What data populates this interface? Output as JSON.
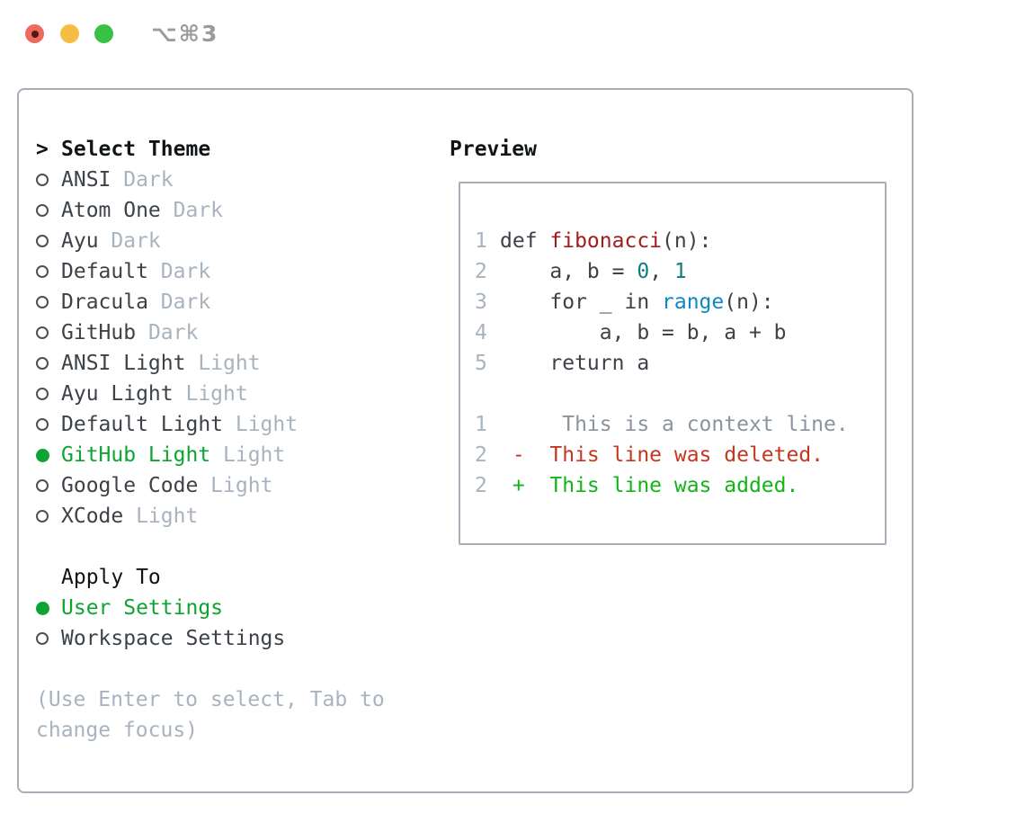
{
  "window": {
    "title": "⌥⌘3",
    "controls": [
      "close-button",
      "minimize-button",
      "zoom-button"
    ]
  },
  "colors": {
    "background": "#ffffff",
    "border": "#a7aeb8",
    "heading": "#111416",
    "text": "#3c4248",
    "dim": "#a9b3bf",
    "radio_stroke": "#4b5158",
    "selected_green": "#0ea432",
    "func_red": "#a21c1c",
    "number_teal": "#0e7d80",
    "builtin_blue": "#0e87c5",
    "context_gray": "#8b939c",
    "deleted_red": "#c3381f",
    "added_green": "#12b517",
    "title_gray": "#9b9b9b",
    "light_red": "#ee6a5f",
    "light_red_dot": "#571710",
    "light_yellow": "#f5bd45",
    "light_green": "#38c245"
  },
  "left": {
    "header_prefix": ">",
    "header": "Select Theme",
    "themes": [
      {
        "name": "ANSI",
        "tag": "Dark",
        "selected": false
      },
      {
        "name": "Atom One",
        "tag": "Dark",
        "selected": false
      },
      {
        "name": "Ayu",
        "tag": "Dark",
        "selected": false
      },
      {
        "name": "Default",
        "tag": "Dark",
        "selected": false
      },
      {
        "name": "Dracula",
        "tag": "Dark",
        "selected": false
      },
      {
        "name": "GitHub",
        "tag": "Dark",
        "selected": false
      },
      {
        "name": "ANSI Light",
        "tag": "Light",
        "selected": false
      },
      {
        "name": "Ayu Light",
        "tag": "Light",
        "selected": false
      },
      {
        "name": "Default Light",
        "tag": "Light",
        "selected": false
      },
      {
        "name": "GitHub Light",
        "tag": "Light",
        "selected": true
      },
      {
        "name": "Google Code",
        "tag": "Light",
        "selected": false
      },
      {
        "name": "XCode",
        "tag": "Light",
        "selected": false
      }
    ],
    "apply_header": "Apply To",
    "apply_options": [
      {
        "label": "User Settings",
        "selected": true
      },
      {
        "label": "Workspace Settings",
        "selected": false
      }
    ],
    "hint_lines": [
      "(Use Enter to select, Tab to",
      "change focus)"
    ]
  },
  "preview": {
    "header": "Preview",
    "lines": [
      {
        "num": "1",
        "segments": [
          {
            "t": "def ",
            "c": "code"
          },
          {
            "t": "fibonacci",
            "c": "func"
          },
          {
            "t": "(n):",
            "c": "code"
          }
        ]
      },
      {
        "num": "2",
        "segments": [
          {
            "t": "    a, b = ",
            "c": "code"
          },
          {
            "t": "0",
            "c": "num"
          },
          {
            "t": ", ",
            "c": "code"
          },
          {
            "t": "1",
            "c": "num"
          }
        ]
      },
      {
        "num": "3",
        "segments": [
          {
            "t": "    for _ in ",
            "c": "code"
          },
          {
            "t": "range",
            "c": "builtin"
          },
          {
            "t": "(n):",
            "c": "code"
          }
        ]
      },
      {
        "num": "4",
        "segments": [
          {
            "t": "        a, b = b, a + b",
            "c": "code"
          }
        ]
      },
      {
        "num": "5",
        "segments": [
          {
            "t": "    return a",
            "c": "code"
          }
        ]
      },
      {
        "num": "",
        "segments": []
      },
      {
        "num": "1",
        "segments": [
          {
            "t": "     This is a context line.",
            "c": "context"
          }
        ]
      },
      {
        "num": "2",
        "segments": [
          {
            "t": " -  This line was deleted.",
            "c": "deleted"
          }
        ]
      },
      {
        "num": "2",
        "segments": [
          {
            "t": " +  This line was added.",
            "c": "added"
          }
        ]
      }
    ]
  }
}
